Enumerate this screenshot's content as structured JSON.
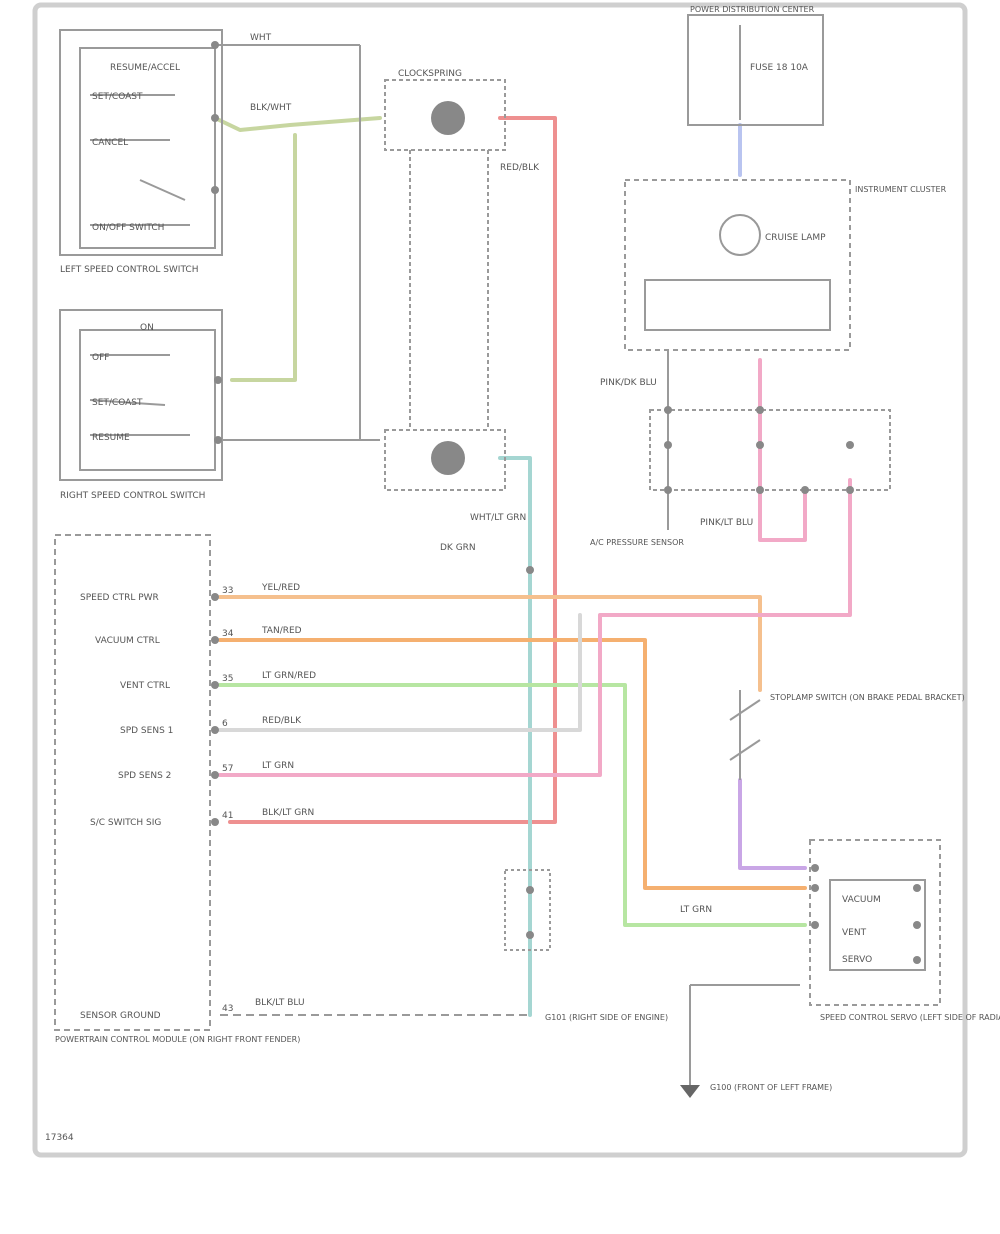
{
  "diagram": {
    "footer_code": "17364",
    "components": {
      "left_switch": {
        "title": "LEFT SPEED CONTROL SWITCH",
        "inner": "RESUME/ACCEL",
        "labels": [
          "SET/COAST",
          "CANCEL",
          "ON/OFF SWITCH"
        ]
      },
      "right_switch": {
        "title": "RIGHT SPEED CONTROL SWITCH",
        "labels": [
          "ON",
          "OFF",
          "SET/COAST",
          "RESUME"
        ]
      },
      "clockspring": {
        "title": "CLOCKSPRING"
      },
      "ecm": {
        "title": "POWERTRAIN CONTROL MODULE (ON RIGHT FRONT FENDER)",
        "pins": [
          "SPEED CTRL PWR",
          "VACUUM CTRL",
          "VENT CTRL",
          "SPD SENS 1",
          "SPD SENS 2",
          "S/C SWITCH SIG",
          "SENSOR GROUND"
        ],
        "pin_numbers": [
          "33",
          "34",
          "35",
          "6",
          "57",
          "41",
          "43"
        ],
        "wire_labels": [
          "YEL/RED",
          "TAN/RED",
          "LT GRN/RED",
          "RED/BLK",
          "LT GRN",
          "BLK/LT GRN",
          "BLK/LT BLU"
        ]
      },
      "fuse": {
        "title": "POWER DISTRIBUTION CENTER",
        "fuse": "FUSE 18 10A"
      },
      "cluster": {
        "title": "INSTRUMENT CLUSTER",
        "lamp": "CRUISE LAMP"
      },
      "stoplamp_switch": {
        "title": "STOPLAMP SWITCH (ON BRAKE PEDAL BRACKET)"
      },
      "servo": {
        "title": "SPEED CONTROL SERVO (LEFT SIDE OF RADIATOR)",
        "labels": [
          "VACUUM",
          "VENT",
          "SERVO"
        ]
      },
      "pressure_switch": {
        "title": "A/C PRESSURE SENSOR"
      },
      "grounds": [
        "G100 (FRONT OF LEFT FRAME)",
        "G101 (RIGHT SIDE OF ENGINE)"
      ]
    },
    "wire_tags": [
      "WHT",
      "RED/BLK",
      "BLK/WHT",
      "WHT/LT GRN",
      "DK GRN",
      "LT GRN",
      "PINK/DK BLU",
      "PINK/LT BLU"
    ]
  }
}
